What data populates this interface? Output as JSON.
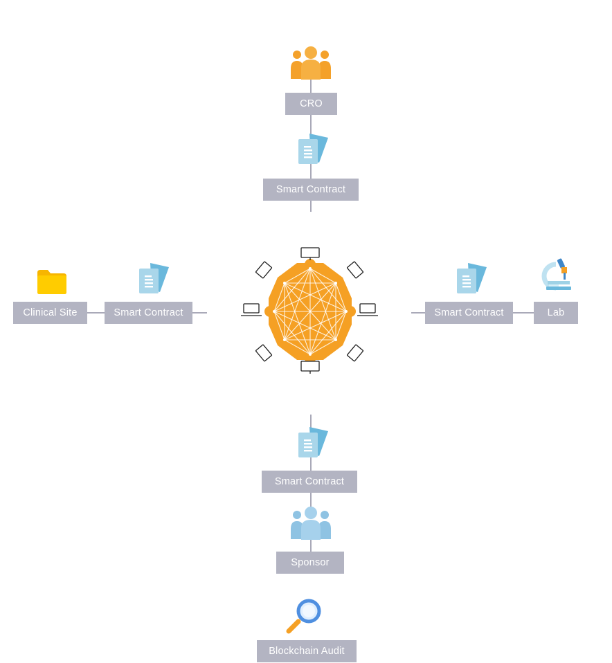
{
  "nodes": {
    "cro": "CRO",
    "contract_top": "Smart Contract",
    "clinical_site": "Clinical Site",
    "contract_left": "Smart Contract",
    "contract_right": "Smart Contract",
    "lab": "Lab",
    "contract_bottom": "Smart Contract",
    "sponsor": "Sponsor",
    "audit": "Blockchain Audit"
  },
  "icons": {
    "cro": "group-people-icon",
    "contract": "document-icon",
    "clinical_site": "folder-icon",
    "lab": "microscope-icon",
    "network": "blockchain-network-icon",
    "sponsor": "group-people-icon",
    "audit": "magnifier-icon"
  },
  "colors": {
    "node_fill": "#b3b4c2",
    "node_text": "#ffffff",
    "connector": "#a9a9b8",
    "cro_icon": "#f4a12a",
    "network_orange": "#f5a024",
    "document_blue": "#9fd2e6",
    "folder_yellow": "#ffc800",
    "sponsor_blue": "#8fc3e3",
    "magnifier_handle": "#f5a024",
    "magnifier_lens": "#4f8fe0"
  }
}
